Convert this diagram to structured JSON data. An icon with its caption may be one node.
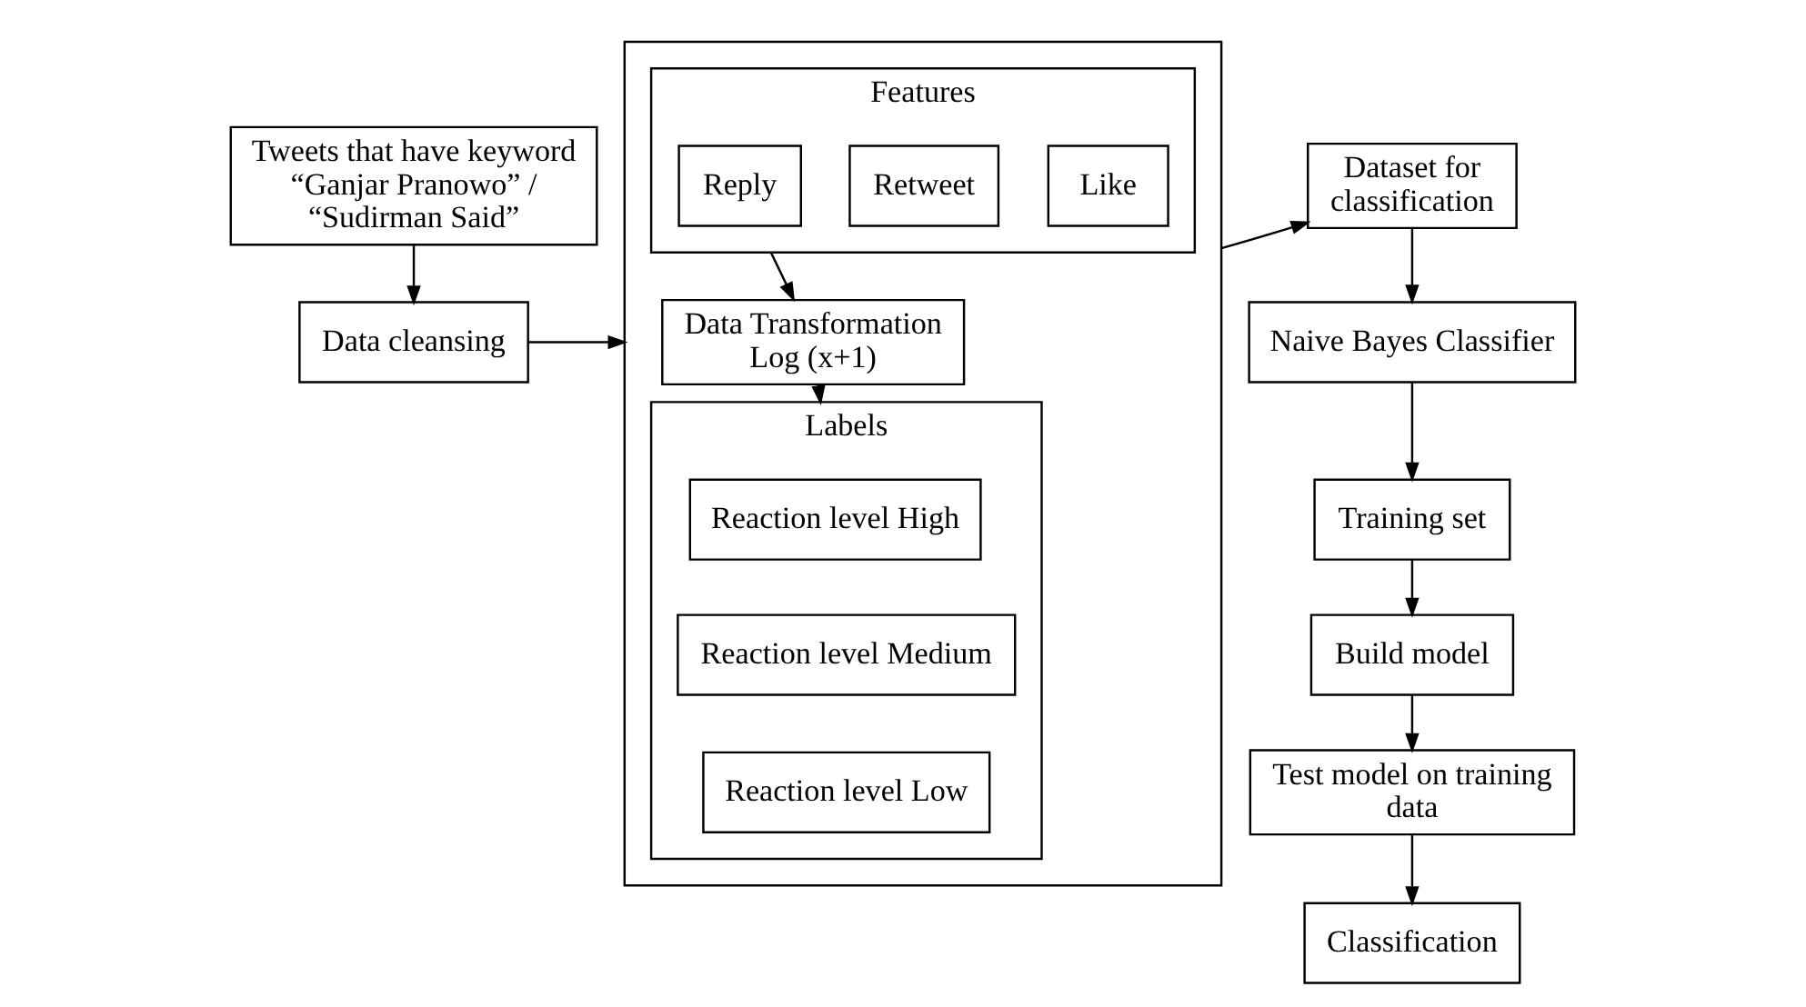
{
  "diagram": {
    "nodes": [
      {
        "text": [
          "Tweets that have keyword “Ganjar Pranowo” / “Sudirman Said”"
        ]
      },
      {
        "text": [
          "Data cleansing"
        ]
      },
      {
        "text": [],
        "shape": "box"
      },
      {
        "text": [
          "Features"
        ],
        "in": 2
      },
      {
        "text": [
          "Reply"
        ],
        "in": 3
      },
      {
        "text": [
          "Retweet"
        ],
        "in": 3
      },
      {
        "text": [
          "Like"
        ],
        "in": 3
      },
      {
        "text": [
          "Data Transformation",
          "Log (x+1)"
        ],
        "in": 2
      },
      {
        "text": [
          "Labels"
        ],
        "in": 2
      },
      {
        "text": [
          "Reaction level High"
        ],
        "in": 8
      },
      {
        "text": [
          "Reaction level Medium"
        ],
        "in": 8
      },
      {
        "text": [
          "Reaction level Low"
        ],
        "in": 8
      },
      {
        "text": [
          "Dataset for classification"
        ]
      },
      {
        "text": [
          "Naive Bayes Classifier"
        ]
      },
      {
        "text": [
          "Training set"
        ]
      },
      {
        "text": [
          "Build model"
        ]
      },
      {
        "text": [
          "Test model on training data"
        ]
      },
      {
        "text": [
          "Classification"
        ]
      }
    ],
    "edges": [
      {
        "from": 0,
        "to": 1,
        "arrow": "to"
      },
      {
        "from": 1,
        "to": 2,
        "arrow": "to"
      },
      {
        "from": 3,
        "to": 7,
        "arrow": "to"
      },
      {
        "from": 7,
        "to": 8,
        "arrow": "to"
      },
      {
        "from": 2,
        "to": 12,
        "arrow": "to"
      },
      {
        "from": 12,
        "to": 13,
        "arrow": "to"
      },
      {
        "from": 13,
        "to": 14,
        "arrow": "to"
      },
      {
        "from": 14,
        "to": 15,
        "arrow": "to"
      },
      {
        "from": 15,
        "to": 16,
        "arrow": "to"
      },
      {
        "from": 16,
        "to": 17,
        "arrow": "to"
      }
    ]
  }
}
